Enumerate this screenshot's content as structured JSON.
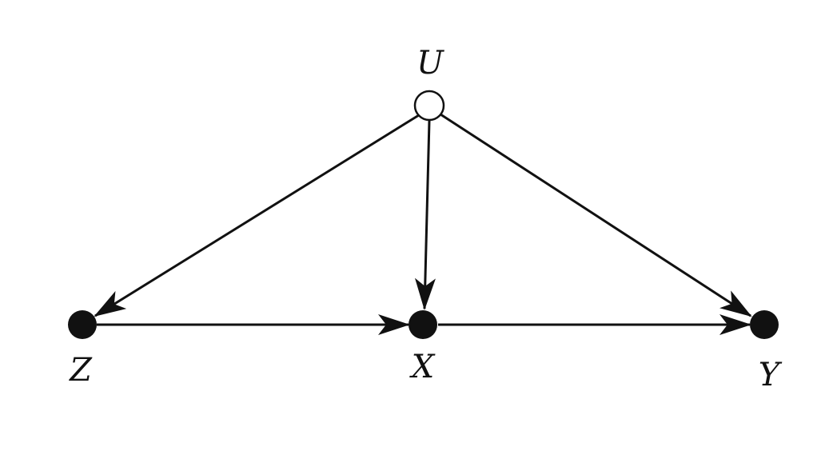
{
  "nodes": {
    "U": {
      "label": "U",
      "observed": false
    },
    "Z": {
      "label": "Z",
      "observed": true
    },
    "X": {
      "label": "X",
      "observed": true
    },
    "Y": {
      "label": "Y",
      "observed": true
    }
  },
  "edges": [
    {
      "from": "U",
      "to": "Z"
    },
    {
      "from": "U",
      "to": "X"
    },
    {
      "from": "U",
      "to": "Y"
    },
    {
      "from": "Z",
      "to": "X"
    },
    {
      "from": "X",
      "to": "Y"
    }
  ],
  "colors": {
    "ink": "#111111",
    "background": "#ffffff",
    "latent_fill": "#ffffff"
  }
}
